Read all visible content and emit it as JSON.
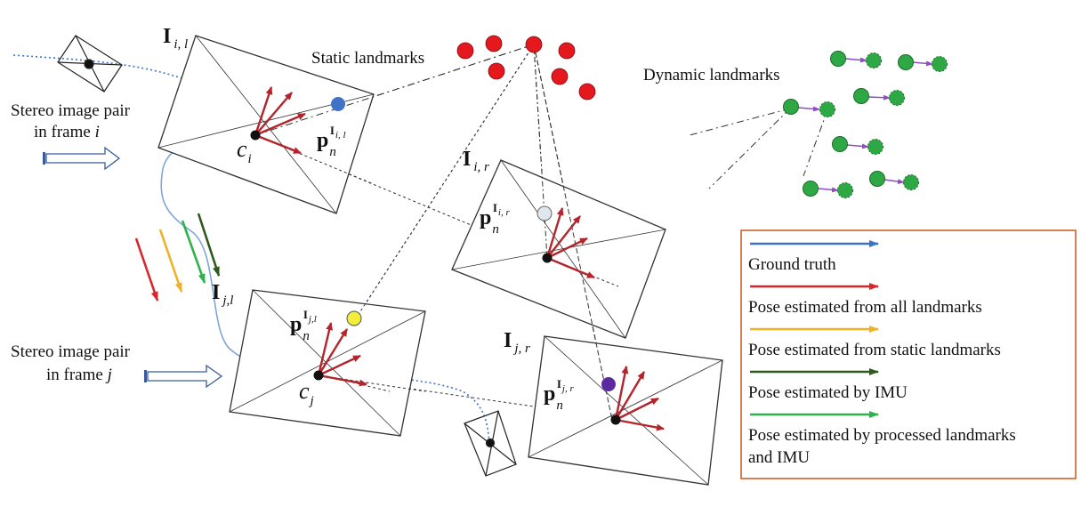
{
  "labels": {
    "static_landmarks": "Static landmarks",
    "dynamic_landmarks": "Dynamic landmarks",
    "stereo_i_line1": "Stereo image pair",
    "stereo_i_line2": "in frame ",
    "stereo_i_var": "i",
    "stereo_j_line1": "Stereo image pair",
    "stereo_j_line2": "in frame ",
    "stereo_j_var": "j"
  },
  "math": {
    "I": "I",
    "p": "p",
    "n": "n",
    "c": "c",
    "sub_il": "i, l",
    "sub_ir": "i, r",
    "sub_jl": "j,l",
    "sub_jr": "j, r",
    "sub_i": "i",
    "sub_j": "j"
  },
  "legend": {
    "items": [
      {
        "label": "Ground truth",
        "color": "#3b74c4"
      },
      {
        "label": "Pose estimated from all landmarks",
        "color": "#d9262b"
      },
      {
        "label": "Pose estimated from static landmarks",
        "color": "#f0b12a"
      },
      {
        "label": "Pose estimated by IMU",
        "color": "#2f5a1e"
      },
      {
        "label": "Pose estimated by processed landmarks",
        "label2": "and IMU",
        "color": "#2db34a"
      }
    ]
  },
  "colors": {
    "static_landmark": "#e5191d",
    "dynamic_landmark": "#2ea844",
    "dynamic_arrow": "#8d4fc0",
    "axis_arrow": "#b3242b",
    "ground_truth": "#3b74c4",
    "all_landmarks": "#d9262b",
    "static_est": "#f0b12a",
    "imu": "#2f5a1e",
    "processed": "#2db34a",
    "proj_il": "#3e73c8",
    "proj_ir": "#dfe6ee",
    "proj_jl": "#f2ee3a",
    "proj_jr": "#5b2aa0",
    "legend_border": "#c8561a"
  }
}
